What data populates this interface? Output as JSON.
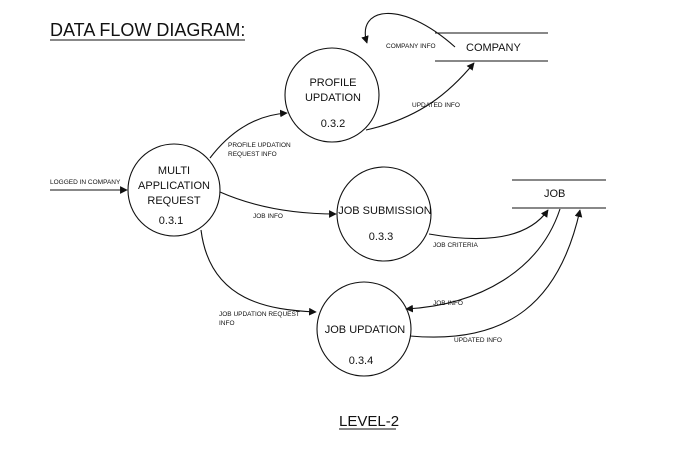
{
  "title": "DATA FLOW DIAGRAM:",
  "footer": "LEVEL-2",
  "processes": [
    {
      "id": "p1",
      "line1": "MULTI",
      "line2": "APPLICATION",
      "line3": "REQUEST",
      "number": "0.3.1"
    },
    {
      "id": "p2",
      "line1": "PROFILE",
      "line2": "UPDATION",
      "number": "0.3.2"
    },
    {
      "id": "p3",
      "line1": "JOB SUBMISSION",
      "number": "0.3.3"
    },
    {
      "id": "p4",
      "line1": "JOB UPDATION",
      "number": "0.3.4"
    }
  ],
  "stores": [
    {
      "id": "s1",
      "label": "COMPANY"
    },
    {
      "id": "s2",
      "label": "JOB"
    }
  ],
  "flows": [
    {
      "id": "f1",
      "label": "LOGGED IN COMPANY"
    },
    {
      "id": "f2",
      "line1": "PROFILE UPDATION",
      "line2": "REQUEST INFO"
    },
    {
      "id": "f3",
      "label": "COMPANY INFO"
    },
    {
      "id": "f4",
      "label": "UPDATED INFO"
    },
    {
      "id": "f5",
      "label": "JOB INFO"
    },
    {
      "id": "f6",
      "label": "JOB CRITERIA"
    },
    {
      "id": "f7",
      "line1": "JOB UPDATION REQUEST",
      "line2": "INFO"
    },
    {
      "id": "f8",
      "label": "JOB INFO"
    },
    {
      "id": "f9",
      "label": "UPDATED INFO"
    }
  ]
}
